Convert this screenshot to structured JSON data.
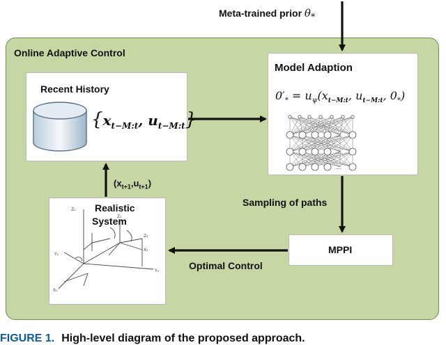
{
  "prior": {
    "label": "Meta-trained prior",
    "symbol": "θ",
    "subscript": "*"
  },
  "frame": {
    "title": "Online Adaptive Control"
  },
  "history": {
    "title": "Recent History",
    "formula": {
      "open": "{",
      "x": "x",
      "x_sub": "t−M:t",
      "comma": ",",
      "u": "u",
      "u_sub": "t−M:t",
      "close": "}"
    }
  },
  "adaption": {
    "title": "Model Adaption",
    "formula": {
      "lhs": "0′",
      "lhs_sub": "*",
      "eq": " = ",
      "fn": "u",
      "fn_sub": "ψ",
      "open": "(",
      "x": "x",
      "x_sub": "t−M:t",
      "sep1": ", ",
      "u": "u",
      "u_sub": "t−M:t",
      "sep2": ", ",
      "theta": "0",
      "theta_sub": "*",
      "close": ")"
    }
  },
  "system": {
    "title_line1": "Realistic",
    "title_line2": "System"
  },
  "mppi": {
    "label": "MPPI"
  },
  "edges": {
    "state": {
      "open": "(",
      "x": "x",
      "x_sub": "t+1",
      "comma": ",",
      "u": "u",
      "u_sub": "t+1",
      "close": ")"
    },
    "sampling": "Sampling of paths",
    "optimal": "Optimal Control"
  },
  "caption": {
    "number": "FIGURE 1.",
    "text": "High-level diagram of the proposed approach."
  },
  "colors": {
    "frame_fill": "#c7d7a3",
    "frame_border": "#6f8a4a",
    "caption_blue": "#0b5aa8"
  }
}
